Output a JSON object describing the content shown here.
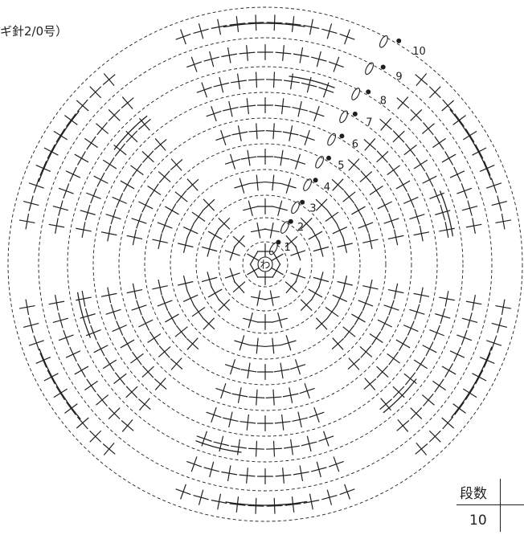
{
  "diagram": {
    "hook_label": "ギ針2/0号）",
    "ring_label": "わ",
    "round_labels": [
      "1",
      "2",
      "3",
      "4",
      "5",
      "6",
      "7",
      "8",
      "9",
      "10"
    ],
    "rows_header": "段数",
    "rows_value": "10"
  },
  "colors": {
    "ink": "#231f20",
    "background": "#ffffff"
  },
  "icons": [
    "single-crochet-x-icon",
    "chain-oval-icon",
    "slip-stitch-dot-icon",
    "magic-ring-icon"
  ]
}
